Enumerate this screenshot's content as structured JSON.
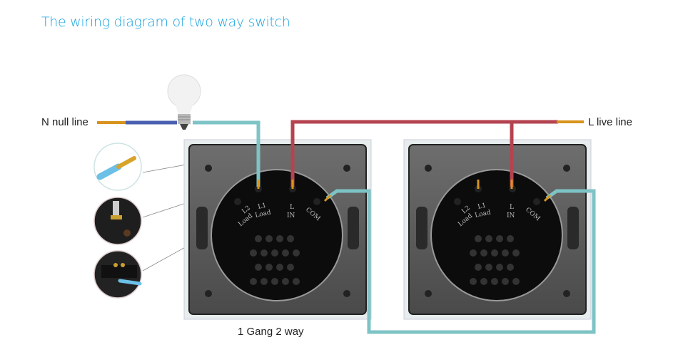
{
  "title": "The wiring diagram of two way switch",
  "labels": {
    "neutral": "N null line",
    "live": "L live line",
    "caption": "1 Gang 2 way"
  },
  "switches": [
    {
      "terminals": [
        {
          "top": "L2",
          "bottom": "Load"
        },
        {
          "top": "L1",
          "bottom": "Load"
        },
        {
          "top": "L",
          "bottom": "IN"
        },
        {
          "top": "",
          "bottom": "COM"
        }
      ]
    },
    {
      "terminals": [
        {
          "top": "L2",
          "bottom": "Load"
        },
        {
          "top": "L1",
          "bottom": "Load"
        },
        {
          "top": "L",
          "bottom": "IN"
        },
        {
          "top": "",
          "bottom": "COM"
        }
      ]
    }
  ],
  "colors": {
    "title": "#1aa3e0",
    "neutral_wire": "#4a5fb0",
    "live_wire": "#b5434f",
    "switch_wire": "#7ec3c6",
    "copper": "#d8931c"
  }
}
